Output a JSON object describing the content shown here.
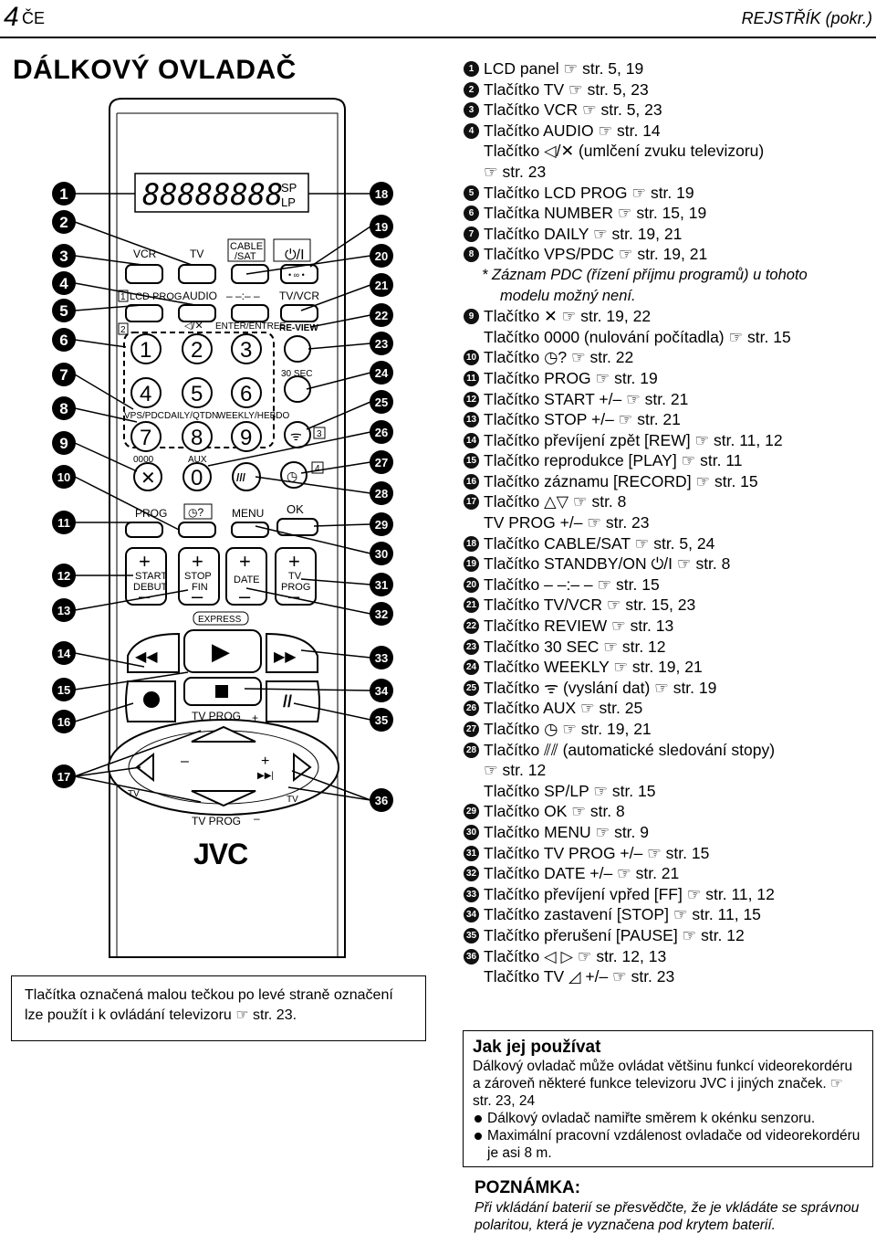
{
  "header": {
    "page_number": "4",
    "language": "ČE",
    "section": "REJSTŘÍK (pokr.)"
  },
  "title": "DÁLKOVÝ OVLADAČ",
  "remote": {
    "lcd_text": "88888888",
    "sp_lp": "SP\nLP",
    "brand": "JVC",
    "keys": {
      "vcr": "VCR",
      "tv": "TV",
      "cable_sat": "CABLE\n/SAT",
      "standby": "⏻/I",
      "lcd_prog": "LCD PROG",
      "audio": "AUDIO",
      "dashes": "– –:– –",
      "tv_vcr": "TV/VCR",
      "mute": "◁/✕",
      "enter": "ENTER/ENTREE",
      "review": "RE-VIEW",
      "n1": "1",
      "n2": "2",
      "n3": "3",
      "n4": "4",
      "n5": "5",
      "n6": "6",
      "n7": "7",
      "n8": "8",
      "n9": "9",
      "n0": "0",
      "sec30": "30 SEC",
      "vps": "VPS/PDC",
      "daily": "DAILY/QTDN.",
      "weekly": "WEEKLY/HEBDO",
      "zero4": "0000",
      "aux": "AUX",
      "prog": "PROG",
      "menu": "MENU",
      "ok": "OK",
      "start": "START\nDEBUT",
      "stop": "STOP\nFIN",
      "date": "DATE",
      "tvprog": "TV\nPROG",
      "express": "EXPRESS",
      "tvprog_top": "TV PROG",
      "tvprog_bottom": "TV PROG",
      "tv_left": "TV",
      "tv_right": "TV",
      "badge1": "1",
      "badge2": "2",
      "badge3": "3",
      "badge4": "4"
    },
    "callouts_left": [
      "1",
      "2",
      "3",
      "4",
      "5",
      "6",
      "7",
      "8",
      "9",
      "10",
      "11",
      "12",
      "13",
      "14",
      "15",
      "16",
      "17"
    ],
    "callouts_right": [
      "18",
      "19",
      "20",
      "21",
      "22",
      "23",
      "24",
      "25",
      "26",
      "27",
      "28",
      "29",
      "30",
      "31",
      "32",
      "33",
      "34",
      "35",
      "36"
    ]
  },
  "note_box": "Tlačítka označená malou tečkou po levé straně označení lze použít i k ovládání televizoru ☞ str. 23.",
  "index": [
    {
      "num": "1",
      "text": "LCD panel ☞ str. 5, 19"
    },
    {
      "num": "2",
      "text": "Tlačítko TV ☞ str. 5, 23"
    },
    {
      "num": "3",
      "text": "Tlačítko VCR ☞ str. 5, 23"
    },
    {
      "num": "4",
      "text": "Tlačítko AUDIO ☞ str. 14"
    },
    {
      "num": "",
      "text": "Tlačítko ◁/✕ (umlčení zvuku televizoru)"
    },
    {
      "num": "",
      "text": "☞ str. 23"
    },
    {
      "num": "5",
      "text": "Tlačítko LCD PROG ☞ str. 19"
    },
    {
      "num": "6",
      "text": "Tlačítka NUMBER ☞ str. 15, 19"
    },
    {
      "num": "7",
      "text": "Tlačítko DAILY ☞ str. 19, 21"
    },
    {
      "num": "8",
      "text": "Tlačítko VPS/PDC ☞ str. 19, 21"
    },
    {
      "num": "*",
      "text": "* Záznam PDC (řízení příjmu programů) u tohoto"
    },
    {
      "num": "-",
      "text": "modelu možný není."
    },
    {
      "num": "9",
      "text": "Tlačítko ✕ ☞ str. 19, 22"
    },
    {
      "num": "",
      "text": "Tlačítko 0000 (nulování počítadla) ☞ str. 15"
    },
    {
      "num": "10",
      "text": "Tlačítko ◷? ☞ str. 22"
    },
    {
      "num": "11",
      "text": "Tlačítko PROG ☞ str. 19"
    },
    {
      "num": "12",
      "text": "Tlačítko START +/– ☞ str. 21"
    },
    {
      "num": "13",
      "text": "Tlačítko STOP +/– ☞ str. 21"
    },
    {
      "num": "14",
      "text": "Tlačítko převíjení zpět [REW] ☞ str. 11, 12"
    },
    {
      "num": "15",
      "text": "Tlačítko reprodukce [PLAY] ☞ str. 11"
    },
    {
      "num": "16",
      "text": "Tlačítko záznamu [RECORD] ☞ str. 15"
    },
    {
      "num": "17",
      "text": "Tlačítko △▽ ☞ str. 8"
    },
    {
      "num": "",
      "text": "TV PROG +/– ☞ str. 23"
    },
    {
      "num": "18",
      "text": "Tlačítko CABLE/SAT ☞ str. 5, 24"
    },
    {
      "num": "19",
      "text": "Tlačítko STANDBY/ON ⏻/I ☞ str. 8"
    },
    {
      "num": "20",
      "text": "Tlačítko – –:– – ☞ str. 15"
    },
    {
      "num": "21",
      "text": "Tlačítko TV/VCR ☞ str. 15, 23"
    },
    {
      "num": "22",
      "text": "Tlačítko REVIEW ☞ str. 13"
    },
    {
      "num": "23",
      "text": "Tlačítko 30 SEC ☞ str. 12"
    },
    {
      "num": "24",
      "text": "Tlačítko WEEKLY ☞ str. 19, 21"
    },
    {
      "num": "25",
      "text": "Tlačítko ᯤ (vyslání dat) ☞ str. 19"
    },
    {
      "num": "26",
      "text": "Tlačítko AUX ☞ str. 25"
    },
    {
      "num": "27",
      "text": "Tlačítko ◷ ☞ str. 19, 21"
    },
    {
      "num": "28",
      "text": "Tlačítko ⫽⫽ (automatické sledování stopy)"
    },
    {
      "num": "",
      "text": "☞ str. 12"
    },
    {
      "num": "",
      "text": "Tlačítko SP/LP ☞ str. 15"
    },
    {
      "num": "29",
      "text": "Tlačítko OK ☞ str. 8"
    },
    {
      "num": "30",
      "text": "Tlačítko MENU ☞ str. 9"
    },
    {
      "num": "31",
      "text": "Tlačítko TV PROG +/– ☞ str. 15"
    },
    {
      "num": "32",
      "text": "Tlačítko DATE +/– ☞ str. 21"
    },
    {
      "num": "33",
      "text": "Tlačítko převíjení vpřed [FF] ☞ str. 11, 12"
    },
    {
      "num": "34",
      "text": "Tlačítko zastavení [STOP] ☞ str. 11, 15"
    },
    {
      "num": "35",
      "text": "Tlačítko přerušení [PAUSE] ☞ str. 12"
    },
    {
      "num": "36",
      "text": "Tlačítko ◁ ▷ ☞ str. 12, 13"
    },
    {
      "num": "",
      "text": "Tlačítko TV ◿ +/– ☞ str. 23"
    }
  ],
  "howto": {
    "title": "Jak jej používat",
    "text": "Dálkový ovladač může ovládat většinu funkcí videorekordéru a zároveň některé funkce televizoru JVC i jiných značek. ☞ str. 23, 24",
    "bullets": [
      "Dálkový ovladač namiřte směrem k okénku senzoru.",
      "Maximální pracovní vzdálenost ovladače od videorekordéru je asi 8 m."
    ]
  },
  "pozn": {
    "title": "POZNÁMKA:",
    "text": "Při vkládání baterií se přesvědčte, že je vkládáte se správnou polaritou, která je vyznačena pod krytem baterií."
  }
}
